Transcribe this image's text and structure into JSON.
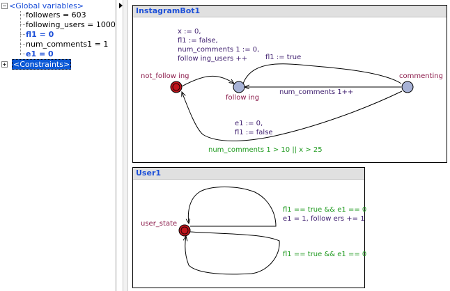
{
  "tree": {
    "global_variables": {
      "label": "<Global variables>",
      "items": [
        {
          "text": "followers = 603",
          "bold": false
        },
        {
          "text": "following_users = 1000",
          "bold": false
        },
        {
          "text": "fl1 = 0",
          "bold": true
        },
        {
          "text": "num_comments1 = 1",
          "bold": false
        },
        {
          "text": "e1 = 0",
          "bold": true
        }
      ]
    },
    "constraints": {
      "label": "<Constraints>"
    }
  },
  "templates": [
    {
      "title": "InstagramBot1",
      "locations": [
        {
          "name": "not_follow ing",
          "type": "initial",
          "color": "#c0141c"
        },
        {
          "name": "follow ing",
          "type": "normal",
          "color": "#a7b2d6"
        },
        {
          "name": "commenting",
          "type": "normal",
          "color": "#a7b2d6"
        }
      ],
      "labels": {
        "assign_block1": [
          "x := 0,",
          "fl1 := false,",
          "num_comments 1 := 0,",
          "follow ing_users ++"
        ],
        "assign_fl1_true": "fl1 := true",
        "assign_num_comments": "num_comments 1++",
        "assign_block2": [
          "e1 := 0,",
          "fl1 := false"
        ],
        "guard_back": "num_comments 1 > 10 || x > 25"
      }
    },
    {
      "title": "User1",
      "locations": [
        {
          "name": "user_state",
          "type": "initial",
          "color": "#c0141c"
        }
      ],
      "labels": {
        "guard_top": "fl1 == true && e1 == 0",
        "assign_top": "e1 = 1, follow ers += 1",
        "guard_bottom": "fl1 == true && e1 == 0"
      }
    }
  ],
  "colors": {
    "accent": "#1c4fd8",
    "location_name": "#8b1a4a",
    "assignment": "#3f1f6f",
    "guard": "#1f9a1f",
    "selection": "#0a58d6"
  }
}
